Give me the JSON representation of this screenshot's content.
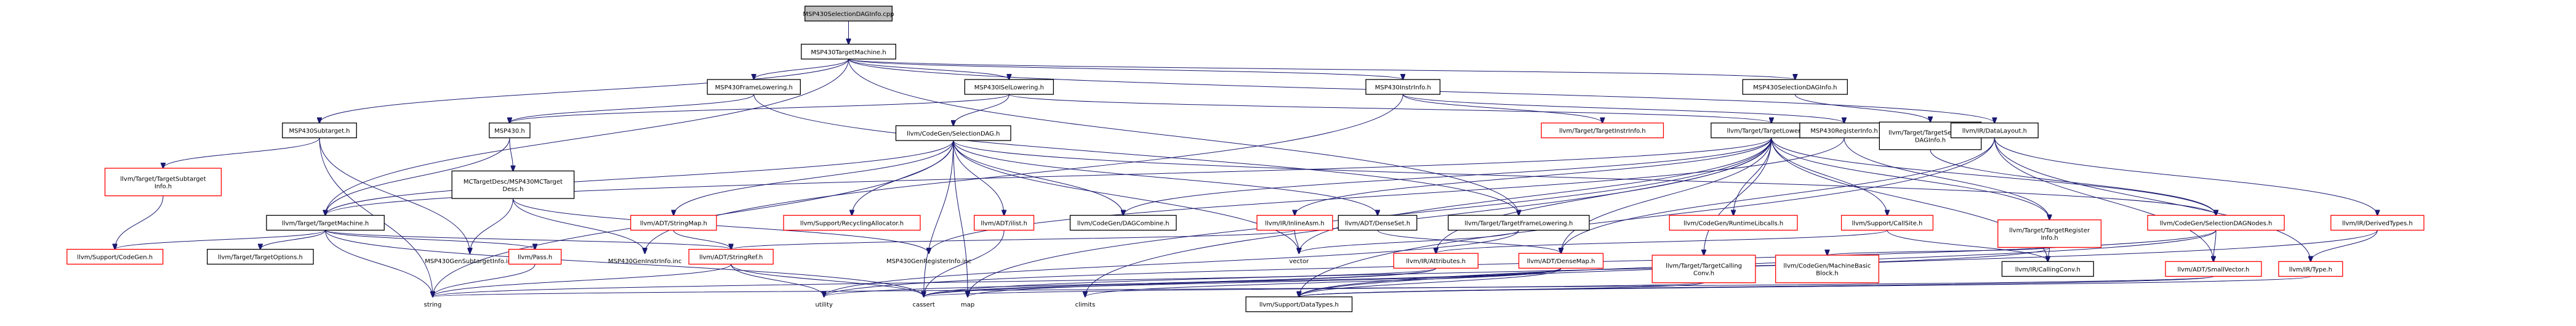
{
  "graph_title": "",
  "colors": {
    "root_fill": "#bfbfbf",
    "edge": "#191970",
    "missing_border": "#ff0000",
    "node_border": "#000000"
  },
  "nodes": [
    {
      "id": "n0",
      "lines": [
        "MSP430SelectionDAGInfo.cpp"
      ],
      "kind": "root"
    },
    {
      "id": "n1",
      "lines": [
        "MSP430TargetMachine.h"
      ],
      "kind": "plain"
    },
    {
      "id": "n2",
      "lines": [
        "MSP430FrameLowering.h"
      ],
      "kind": "plain"
    },
    {
      "id": "n3",
      "lines": [
        "MSP430ISelLowering.h"
      ],
      "kind": "plain"
    },
    {
      "id": "n4",
      "lines": [
        "MSP430InstrInfo.h"
      ],
      "kind": "plain"
    },
    {
      "id": "n5",
      "lines": [
        "MSP430SelectionDAGInfo.h"
      ],
      "kind": "plain"
    },
    {
      "id": "n6",
      "lines": [
        "MSP430Subtarget.h"
      ],
      "kind": "plain"
    },
    {
      "id": "n7",
      "lines": [
        "MSP430.h"
      ],
      "kind": "plain"
    },
    {
      "id": "n8",
      "lines": [
        "llvm/CodeGen/SelectionDAG.h"
      ],
      "kind": "plain"
    },
    {
      "id": "n9",
      "lines": [
        "llvm/Target/TargetLowering.h"
      ],
      "kind": "plain"
    },
    {
      "id": "n10",
      "lines": [
        "llvm/Target/TargetInstrInfo.h"
      ],
      "kind": "red"
    },
    {
      "id": "n11",
      "lines": [
        "MSP430RegisterInfo.h"
      ],
      "kind": "plain"
    },
    {
      "id": "n12",
      "lines": [
        "llvm/Target/TargetSelection",
        "DAGInfo.h"
      ],
      "kind": "plain"
    },
    {
      "id": "n13",
      "lines": [
        "llvm/IR/DataLayout.h"
      ],
      "kind": "plain"
    },
    {
      "id": "n14",
      "lines": [
        "llvm/Target/TargetSubtarget",
        "Info.h"
      ],
      "kind": "red"
    },
    {
      "id": "n15",
      "lines": [
        "MCTargetDesc/MSP430MCTarget",
        "Desc.h"
      ],
      "kind": "plain"
    },
    {
      "id": "n16",
      "lines": [
        "llvm/Target/TargetMachine.h"
      ],
      "kind": "plain"
    },
    {
      "id": "n17",
      "lines": [
        "llvm/ADT/StringMap.h"
      ],
      "kind": "red"
    },
    {
      "id": "n18",
      "lines": [
        "llvm/Support/RecyclingAllocator.h"
      ],
      "kind": "red"
    },
    {
      "id": "n19",
      "lines": [
        "llvm/ADT/ilist.h"
      ],
      "kind": "red"
    },
    {
      "id": "n20",
      "lines": [
        "llvm/CodeGen/DAGCombine.h"
      ],
      "kind": "plain"
    },
    {
      "id": "n21",
      "lines": [
        "llvm/IR/InlineAsm.h"
      ],
      "kind": "red"
    },
    {
      "id": "n22",
      "lines": [
        "llvm/ADT/DenseSet.h"
      ],
      "kind": "plain"
    },
    {
      "id": "n23",
      "lines": [
        "llvm/Target/TargetFrameLowering.h"
      ],
      "kind": "plain"
    },
    {
      "id": "n24",
      "lines": [
        "llvm/CodeGen/RuntimeLibcalls.h"
      ],
      "kind": "red"
    },
    {
      "id": "n25",
      "lines": [
        "llvm/Support/CallSite.h"
      ],
      "kind": "red"
    },
    {
      "id": "n26",
      "lines": [
        "llvm/Target/TargetRegister",
        "Info.h"
      ],
      "kind": "red"
    },
    {
      "id": "n27",
      "lines": [
        "llvm/CodeGen/SelectionDAGNodes.h"
      ],
      "kind": "red"
    },
    {
      "id": "n28",
      "lines": [
        "llvm/IR/DerivedTypes.h"
      ],
      "kind": "red"
    },
    {
      "id": "n29",
      "lines": [
        "llvm/Support/CodeGen.h"
      ],
      "kind": "red"
    },
    {
      "id": "n30",
      "lines": [
        "llvm/Target/TargetOptions.h"
      ],
      "kind": "plain"
    },
    {
      "id": "n31",
      "lines": [
        "MSP430GenSubtargetInfo.inc"
      ],
      "kind": "bare"
    },
    {
      "id": "n32",
      "lines": [
        "llvm/Pass.h"
      ],
      "kind": "red"
    },
    {
      "id": "n33",
      "lines": [
        "MSP430GenInstrInfo.inc"
      ],
      "kind": "bare"
    },
    {
      "id": "n34",
      "lines": [
        "llvm/ADT/StringRef.h"
      ],
      "kind": "red"
    },
    {
      "id": "n35",
      "lines": [
        "MSP430GenRegisterInfo.inc"
      ],
      "kind": "bare"
    },
    {
      "id": "n36",
      "lines": [
        "vector"
      ],
      "kind": "bare"
    },
    {
      "id": "n37",
      "lines": [
        "llvm/IR/Attributes.h"
      ],
      "kind": "red"
    },
    {
      "id": "n38",
      "lines": [
        "llvm/ADT/DenseMap.h"
      ],
      "kind": "red"
    },
    {
      "id": "n39",
      "lines": [
        "llvm/Target/TargetCalling",
        "Conv.h"
      ],
      "kind": "red"
    },
    {
      "id": "n40",
      "lines": [
        "llvm/CodeGen/MachineBasic",
        "Block.h"
      ],
      "kind": "red"
    },
    {
      "id": "n41",
      "lines": [
        "llvm/IR/CallingConv.h"
      ],
      "kind": "plain"
    },
    {
      "id": "n42",
      "lines": [
        "llvm/ADT/SmallVector.h"
      ],
      "kind": "red"
    },
    {
      "id": "n43",
      "lines": [
        "llvm/IR/Type.h"
      ],
      "kind": "red"
    },
    {
      "id": "n44",
      "lines": [
        "string"
      ],
      "kind": "bare"
    },
    {
      "id": "n45",
      "lines": [
        "utility"
      ],
      "kind": "bare"
    },
    {
      "id": "n46",
      "lines": [
        "cassert"
      ],
      "kind": "bare"
    },
    {
      "id": "n47",
      "lines": [
        "map"
      ],
      "kind": "bare"
    },
    {
      "id": "n48",
      "lines": [
        "climits"
      ],
      "kind": "bare"
    },
    {
      "id": "n49",
      "lines": [
        "llvm/Support/DataTypes.h"
      ],
      "kind": "plain"
    }
  ],
  "edges": [
    [
      "n0",
      "n1"
    ],
    [
      "n1",
      "n2"
    ],
    [
      "n1",
      "n3"
    ],
    [
      "n1",
      "n4"
    ],
    [
      "n1",
      "n5"
    ],
    [
      "n1",
      "n6"
    ],
    [
      "n1",
      "n13"
    ],
    [
      "n1",
      "n16"
    ],
    [
      "n1",
      "n23"
    ],
    [
      "n2",
      "n7"
    ],
    [
      "n2",
      "n23"
    ],
    [
      "n3",
      "n7"
    ],
    [
      "n3",
      "n8"
    ],
    [
      "n3",
      "n9"
    ],
    [
      "n4",
      "n10"
    ],
    [
      "n4",
      "n11"
    ],
    [
      "n4",
      "n33"
    ],
    [
      "n5",
      "n12"
    ],
    [
      "n6",
      "n14"
    ],
    [
      "n6",
      "n31"
    ],
    [
      "n6",
      "n44"
    ],
    [
      "n7",
      "n15"
    ],
    [
      "n7",
      "n16"
    ],
    [
      "n8",
      "n16"
    ],
    [
      "n8",
      "n17"
    ],
    [
      "n8",
      "n18"
    ],
    [
      "n8",
      "n19"
    ],
    [
      "n8",
      "n20"
    ],
    [
      "n8",
      "n22"
    ],
    [
      "n8",
      "n27"
    ],
    [
      "n8",
      "n36"
    ],
    [
      "n8",
      "n44"
    ],
    [
      "n8",
      "n46"
    ],
    [
      "n8",
      "n47"
    ],
    [
      "n9",
      "n16"
    ],
    [
      "n9",
      "n20"
    ],
    [
      "n9",
      "n21"
    ],
    [
      "n9",
      "n24"
    ],
    [
      "n9",
      "n25"
    ],
    [
      "n9",
      "n26"
    ],
    [
      "n9",
      "n27"
    ],
    [
      "n9",
      "n37"
    ],
    [
      "n9",
      "n38"
    ],
    [
      "n9",
      "n39"
    ],
    [
      "n9",
      "n41"
    ],
    [
      "n9",
      "n36"
    ],
    [
      "n9",
      "n47"
    ],
    [
      "n9",
      "n48"
    ],
    [
      "n11",
      "n26"
    ],
    [
      "n11",
      "n35"
    ],
    [
      "n12",
      "n27"
    ],
    [
      "n13",
      "n28"
    ],
    [
      "n13",
      "n38"
    ],
    [
      "n13",
      "n42"
    ],
    [
      "n13",
      "n43"
    ],
    [
      "n13",
      "n49"
    ],
    [
      "n14",
      "n29"
    ],
    [
      "n15",
      "n31"
    ],
    [
      "n15",
      "n33"
    ],
    [
      "n15",
      "n35"
    ],
    [
      "n16",
      "n29"
    ],
    [
      "n16",
      "n30"
    ],
    [
      "n16",
      "n32"
    ],
    [
      "n16",
      "n34"
    ],
    [
      "n16",
      "n44"
    ],
    [
      "n16",
      "n46"
    ],
    [
      "n17",
      "n34"
    ],
    [
      "n19",
      "n46"
    ],
    [
      "n21",
      "n34"
    ],
    [
      "n21",
      "n36"
    ],
    [
      "n22",
      "n38"
    ],
    [
      "n23",
      "n36"
    ],
    [
      "n23",
      "n45"
    ],
    [
      "n25",
      "n37"
    ],
    [
      "n25",
      "n41"
    ],
    [
      "n26",
      "n41"
    ],
    [
      "n26",
      "n40"
    ],
    [
      "n26",
      "n46"
    ],
    [
      "n27",
      "n42"
    ],
    [
      "n27",
      "n49"
    ],
    [
      "n27",
      "n45"
    ],
    [
      "n28",
      "n43"
    ],
    [
      "n28",
      "n49"
    ],
    [
      "n32",
      "n44"
    ],
    [
      "n34",
      "n44"
    ],
    [
      "n34",
      "n46"
    ],
    [
      "n34",
      "n45"
    ],
    [
      "n37",
      "n44"
    ],
    [
      "n37",
      "n46"
    ],
    [
      "n37",
      "n47"
    ],
    [
      "n38",
      "n45"
    ],
    [
      "n38",
      "n46"
    ],
    [
      "n38",
      "n48"
    ],
    [
      "n38",
      "n49"
    ],
    [
      "n39",
      "n44"
    ],
    [
      "n39",
      "n49"
    ],
    [
      "n42",
      "n49"
    ],
    [
      "n42",
      "n46"
    ],
    [
      "n43",
      "n49"
    ]
  ]
}
